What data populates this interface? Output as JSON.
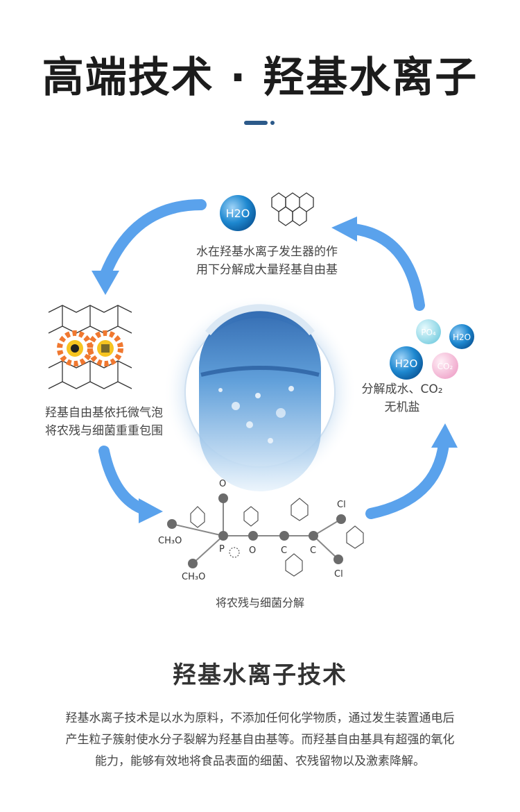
{
  "header": {
    "title": "高端技术 · 羟基水离子"
  },
  "diagram": {
    "top_caption_line1": "水在羟基水离子发生器的作",
    "top_caption_line2": "用下分解成大量羟基自由基",
    "left_caption_line1": "羟基自由基依托微气泡",
    "left_caption_line2": "将农残与细菌重重包围",
    "right_caption_line1": "分解成水、CO₂",
    "right_caption_line2": "无机盐",
    "bottom_caption": "将农残与细菌分解",
    "bubbles": {
      "h2o_top": "H2O",
      "h2o_right_small": "H2O",
      "h2o_right_large": "H2O",
      "po4": "PO₄",
      "co2": "CO₂"
    },
    "molecule_labels": {
      "o_top": "O",
      "ch3o_upper": "CH₃O",
      "ch3o_lower": "CH₃O",
      "p": "P",
      "o_mid": "O",
      "c1": "C",
      "c2": "C",
      "cl_top": "Cl",
      "cl_bottom": "Cl"
    },
    "colors": {
      "arrow": "#5aa2ec",
      "h2o": "#1e88d0",
      "po4": "#8fd8e6",
      "co2": "#f2b6d4",
      "contaminant": "#f07830"
    }
  },
  "section": {
    "title": "羟基水离子技术",
    "description_line1": "羟基水离子技术是以水为原料，不添加任何化学物质，通过发生装置通电后",
    "description_line2": "产生粒子簇射使水分子裂解为羟基自由基等。而羟基自由基具有超强的氧化",
    "description_line3": "能力，能够有效地将食品表面的细菌、农残留物以及激素降解。"
  }
}
